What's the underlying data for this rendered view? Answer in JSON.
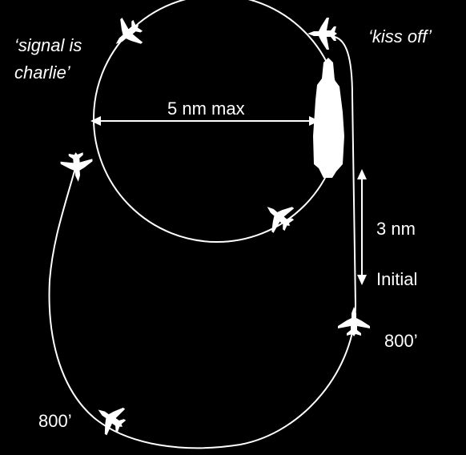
{
  "diagram": {
    "background": "#000000",
    "stroke_color": "#ffffff",
    "labels": {
      "signal_line1": "‘signal is",
      "signal_line2": "charlie’",
      "kiss_off": "‘kiss off’",
      "circle_max": "5 nm max",
      "distance": "3 nm",
      "initial": "Initial",
      "altitude_right": "800’",
      "altitude_left": "800’"
    }
  }
}
